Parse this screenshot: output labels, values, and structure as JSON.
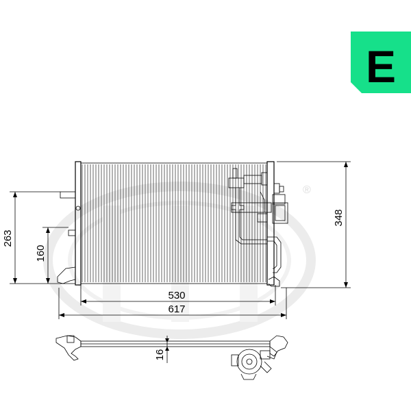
{
  "logo": {
    "letter": "E",
    "bg_color": "#16e08a",
    "fg_color": "#000000"
  },
  "watermark": {
    "registered_mark": "®",
    "color": "#e8e8e8"
  },
  "dimensions": {
    "core_width": "530",
    "overall_width": "617",
    "overall_height": "348",
    "left_height_outer": "263",
    "left_height_inner": "160",
    "thickness": "16"
  }
}
